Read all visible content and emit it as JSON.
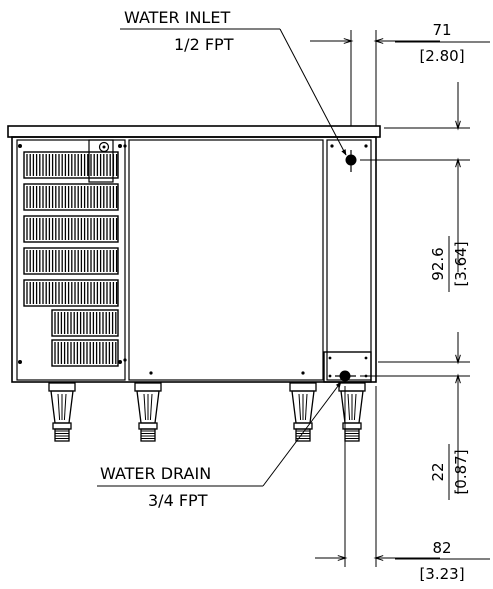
{
  "callouts": {
    "inlet_title": "WATER INLET",
    "inlet_size": "1/2 FPT",
    "drain_title": "WATER DRAIN",
    "drain_size": "3/4 FPT"
  },
  "dimensions": {
    "inlet_offset_mm": "71",
    "inlet_offset_in": "[2.80]",
    "inlet_height_mm": "92.6",
    "inlet_height_in": "[3.64]",
    "drain_height_mm": "22",
    "drain_height_in": "[0.87]",
    "drain_offset_mm": "82",
    "drain_offset_in": "[3.23]"
  }
}
